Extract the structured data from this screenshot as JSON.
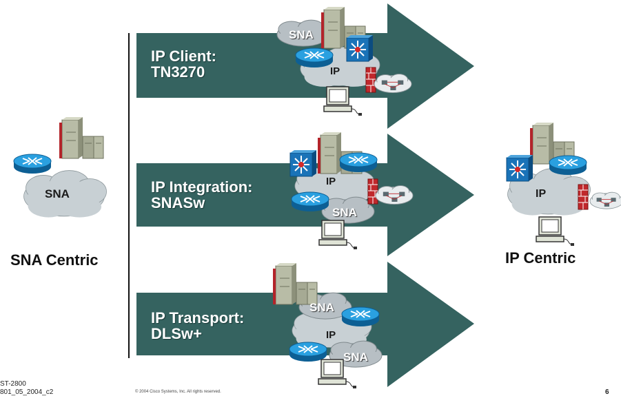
{
  "left": {
    "cloud_label": "SNA",
    "title": "SNA Centric"
  },
  "right": {
    "cloud_label": "IP",
    "title": "IP Centric"
  },
  "arrows": [
    {
      "line1": "IP Client:",
      "line2": "TN3270",
      "clouds": [
        "SNA",
        "IP"
      ]
    },
    {
      "line1": "IP Integration:",
      "line2": "SNASw",
      "clouds": [
        "IP",
        "SNA"
      ]
    },
    {
      "line1": "IP Transport:",
      "line2": "DLSw+",
      "clouds": [
        "SNA",
        "IP",
        "SNA"
      ]
    }
  ],
  "footer": {
    "code1": "ST-2800",
    "code2": "801_05_2004_c2",
    "copyright": "© 2004 Cisco Systems, Inc. All rights reserved.",
    "page": "6"
  },
  "colors": {
    "arrow": "#356360",
    "cloud": "#c8d0d4",
    "router": "#1f8fd1",
    "switch": "#1a73b8",
    "firewall": "#c0282c",
    "server": "#9a9f8a"
  }
}
